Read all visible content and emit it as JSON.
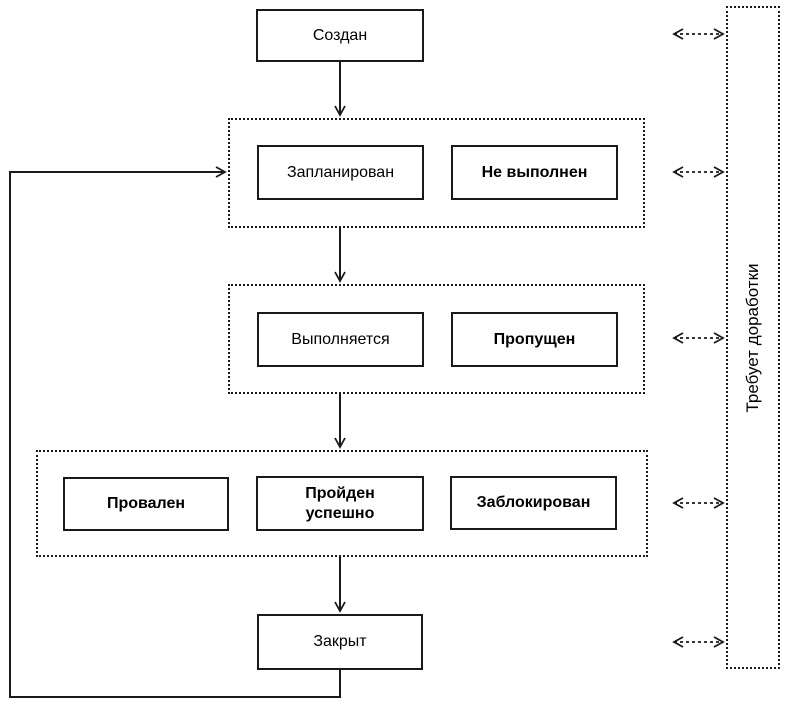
{
  "diagram": {
    "nodes": {
      "created": {
        "label": "Создан"
      },
      "planned": {
        "label": "Запланирован"
      },
      "not_executed": {
        "label": "Не выполнен"
      },
      "in_progress": {
        "label": "Выполняется"
      },
      "skipped": {
        "label": "Пропущен"
      },
      "failed": {
        "label": "Провален"
      },
      "passed": {
        "label": "Пройден успешно"
      },
      "blocked": {
        "label": "Заблокирован"
      },
      "closed": {
        "label": "Закрыт"
      }
    },
    "rework_label": "Требует доработки",
    "colors": {
      "line": "#1a1a1a",
      "text": "#000000",
      "background": "#ffffff"
    }
  }
}
